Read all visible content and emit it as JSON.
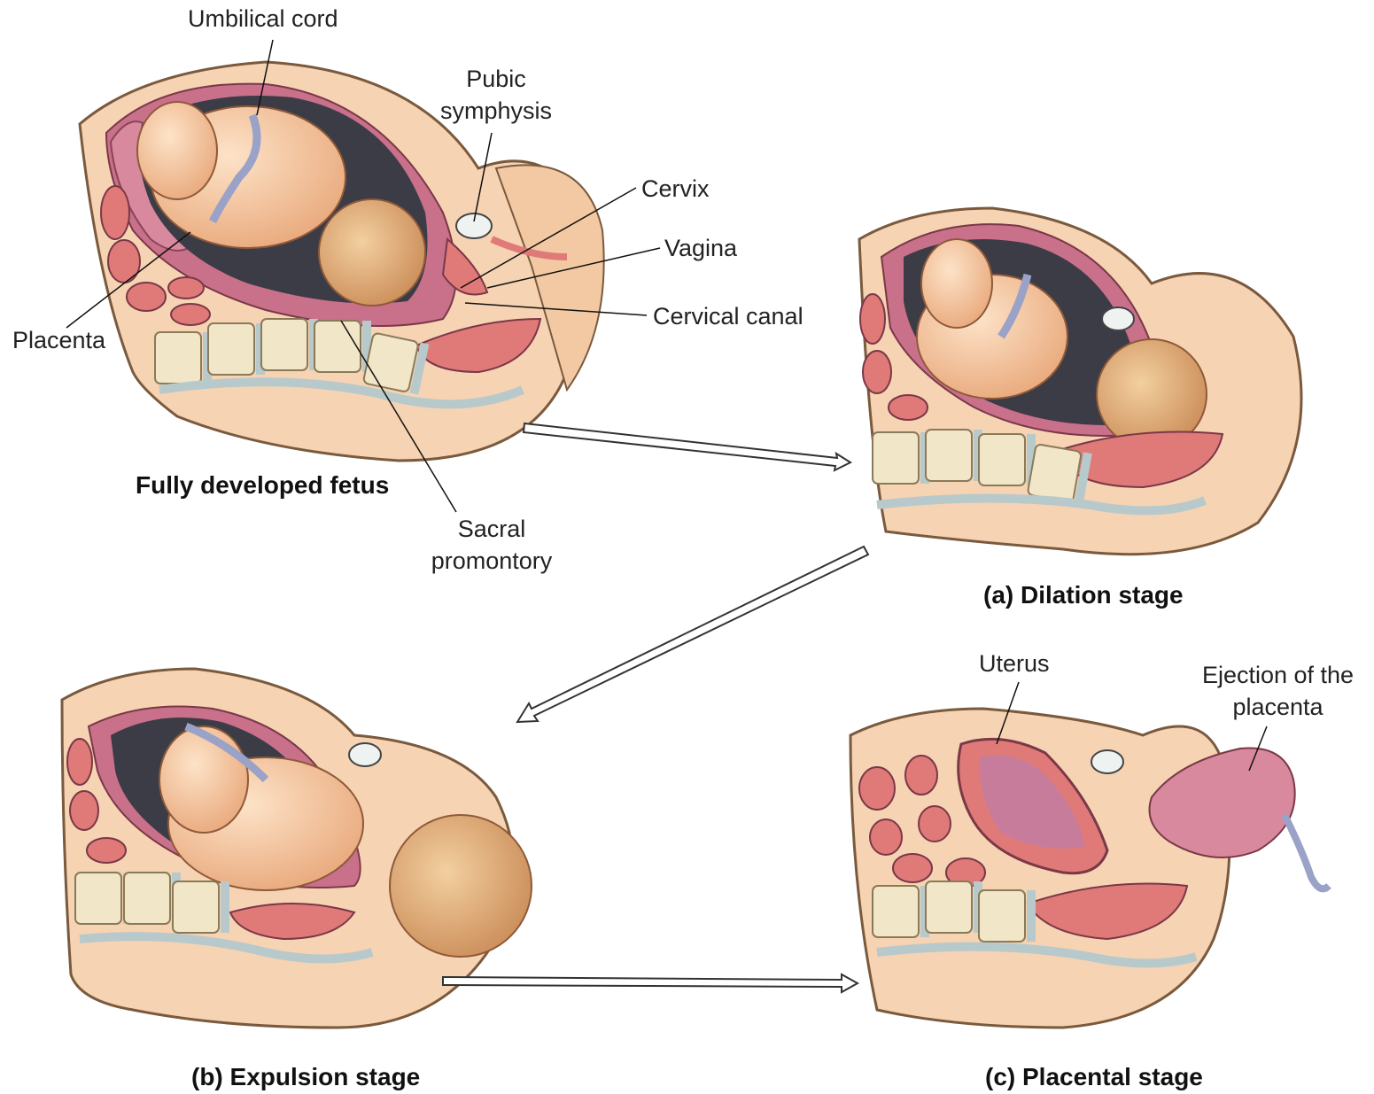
{
  "labels": {
    "umbilical_cord": "Umbilical cord",
    "pubic_symphysis_1": "Pubic",
    "pubic_symphysis_2": "symphysis",
    "cervix": "Cervix",
    "vagina": "Vagina",
    "cervical_canal": "Cervical canal",
    "placenta": "Placenta",
    "sacral_1": "Sacral",
    "sacral_2": "promontory",
    "uterus": "Uterus",
    "ejection_1": "Ejection of the",
    "ejection_2": "placenta"
  },
  "titles": {
    "fetus": "Fully developed fetus",
    "dilation": "(a) Dilation stage",
    "expulsion": "(b) Expulsion stage",
    "placental": "(c) Placental stage"
  },
  "colors": {
    "skin": "#f6d3b2",
    "muscle": "#e07a78",
    "uterine_wall": "#c9708a",
    "baby": "#f4c59c",
    "cavity": "#3c3c46",
    "bone": "#f1e6c8",
    "disc": "#b8c9cc"
  }
}
